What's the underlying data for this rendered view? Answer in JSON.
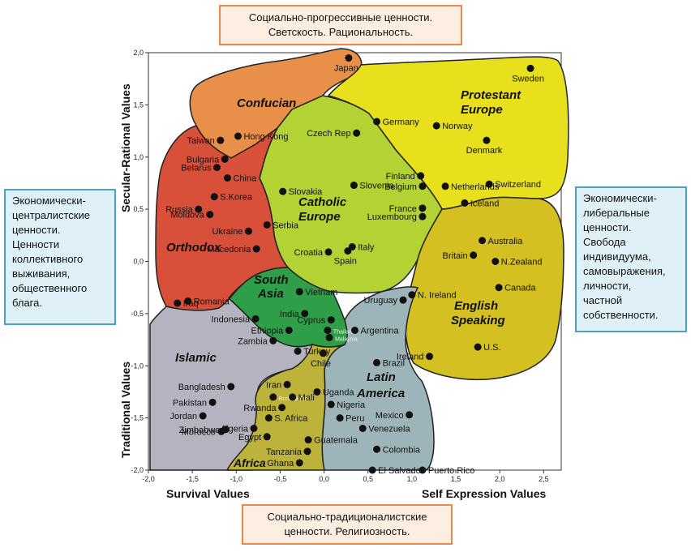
{
  "callouts": {
    "top": {
      "line1": "Социально-прогрессивные ценности.",
      "line2": "Светскость. Рациональность."
    },
    "bottom": {
      "line1": "Социально-традиционалистские",
      "line2": "ценности. Религиозность."
    },
    "left": [
      "Экономически-",
      "централистские",
      "ценности.",
      "Ценности",
      "коллективного",
      "выживания,",
      "общественного",
      "блага."
    ],
    "right": [
      "Экономически-",
      "либеральные",
      "ценности.",
      "Свобода",
      "индивидуума,",
      "самовыражения,",
      "личности,",
      "частной",
      "собственности."
    ]
  },
  "chart_data": {
    "type": "scatter",
    "xlabel_left": "Survival Values",
    "xlabel_right": "Self Expression Values",
    "ylabel_top": "Secular-Rational Values",
    "ylabel_bottom": "Traditional Values",
    "xlim": [
      -2.0,
      2.7
    ],
    "ylim": [
      -2.0,
      2.0
    ],
    "x_ticks": [
      "-2,0",
      "-1,5",
      "-1,0",
      "-0,5",
      "0,0",
      "0,5",
      "1,0",
      "1,5",
      "2,0",
      "2,5"
    ],
    "y_ticks": [
      "2,0",
      "1,5",
      "1,0",
      "0,5",
      "0,0",
      "-0,5",
      "-1,0",
      "-1,5",
      "-2,0"
    ],
    "x_tick_values": [
      -2.0,
      -1.5,
      -1.0,
      -0.5,
      0.0,
      0.5,
      1.0,
      1.5,
      2.0,
      2.5
    ],
    "y_tick_values": [
      2.0,
      1.5,
      1.0,
      0.5,
      0.0,
      -0.5,
      -1.0,
      -1.5,
      -2.0
    ],
    "regions": [
      {
        "name": "Confucian",
        "color": "#e8904a"
      },
      {
        "name": "Protestant Europe",
        "color": "#e8e01c"
      },
      {
        "name": "Catholic Europe",
        "color": "#b3d335"
      },
      {
        "name": "Orthodox",
        "color": "#d9503a"
      },
      {
        "name": "South Asia",
        "color": "#2f9e48"
      },
      {
        "name": "English Speaking",
        "color": "#d4c020"
      },
      {
        "name": "Islamic",
        "color": "#b5b3c0"
      },
      {
        "name": "Latin America",
        "color": "#9db5b8"
      },
      {
        "name": "Africa",
        "color": "#bdb23a"
      }
    ],
    "points": [
      {
        "name": "Japan",
        "x": 0.28,
        "y": 1.95
      },
      {
        "name": "Sweden",
        "x": 2.35,
        "y": 1.85
      },
      {
        "name": "Germany",
        "x": 0.6,
        "y": 1.34
      },
      {
        "name": "Norway",
        "x": 1.28,
        "y": 1.3
      },
      {
        "name": "Denmark",
        "x": 1.85,
        "y": 1.16
      },
      {
        "name": "Hong Kong",
        "x": -0.98,
        "y": 1.2
      },
      {
        "name": "Taiwan",
        "x": -1.18,
        "y": 1.16
      },
      {
        "name": "Czech Rep",
        "x": 0.37,
        "y": 1.23
      },
      {
        "name": "Bulgaria",
        "x": -1.13,
        "y": 0.98
      },
      {
        "name": "Belarus",
        "x": -1.22,
        "y": 0.9
      },
      {
        "name": "China",
        "x": -1.1,
        "y": 0.8
      },
      {
        "name": "Finland",
        "x": 1.1,
        "y": 0.82
      },
      {
        "name": "Netherlands",
        "x": 1.38,
        "y": 0.72
      },
      {
        "name": "Switzerland",
        "x": 1.88,
        "y": 0.74
      },
      {
        "name": "Slovenia",
        "x": 0.34,
        "y": 0.73
      },
      {
        "name": "Slovakia",
        "x": -0.47,
        "y": 0.67
      },
      {
        "name": "Belgium",
        "x": 1.12,
        "y": 0.72
      },
      {
        "name": "Iceland",
        "x": 1.6,
        "y": 0.56
      },
      {
        "name": "S.Korea",
        "x": -1.25,
        "y": 0.62
      },
      {
        "name": "Russia",
        "x": -1.43,
        "y": 0.5
      },
      {
        "name": "Moldova",
        "x": -1.3,
        "y": 0.45
      },
      {
        "name": "France",
        "x": 1.12,
        "y": 0.51
      },
      {
        "name": "Luxembourg",
        "x": 1.12,
        "y": 0.43
      },
      {
        "name": "Serbia",
        "x": -0.65,
        "y": 0.35
      },
      {
        "name": "Ukraine",
        "x": -0.86,
        "y": 0.29
      },
      {
        "name": "Italy",
        "x": 0.32,
        "y": 0.14
      },
      {
        "name": "Macedonia",
        "x": -0.77,
        "y": 0.12
      },
      {
        "name": "Croatia",
        "x": 0.05,
        "y": 0.09
      },
      {
        "name": "Spain",
        "x": 0.27,
        "y": 0.1
      },
      {
        "name": "Australia",
        "x": 1.8,
        "y": 0.2
      },
      {
        "name": "Britain",
        "x": 1.7,
        "y": 0.06
      },
      {
        "name": "N.Zealand",
        "x": 1.95,
        "y": 0.0
      },
      {
        "name": "Canada",
        "x": 1.99,
        "y": -0.25
      },
      {
        "name": "N. Ireland",
        "x": 1.0,
        "y": -0.32
      },
      {
        "name": "Vietnam",
        "x": -0.28,
        "y": -0.29
      },
      {
        "name": "Uruguay",
        "x": 0.9,
        "y": -0.37
      },
      {
        "name": "Romania",
        "x": -1.55,
        "y": -0.38
      },
      {
        "name": "Iraq",
        "x": -1.67,
        "y": -0.4
      },
      {
        "name": "India",
        "x": -0.22,
        "y": -0.5
      },
      {
        "name": "Cyprus",
        "x": 0.08,
        "y": -0.56
      },
      {
        "name": "Indonesia",
        "x": -0.78,
        "y": -0.55
      },
      {
        "name": "Ethiopia",
        "x": -0.4,
        "y": -0.66
      },
      {
        "name": "Thailand",
        "x": 0.04,
        "y": -0.66
      },
      {
        "name": "Argentina",
        "x": 0.35,
        "y": -0.66
      },
      {
        "name": "Malaysia",
        "x": 0.06,
        "y": -0.73
      },
      {
        "name": "Zambia",
        "x": -0.58,
        "y": -0.76
      },
      {
        "name": "Ireland",
        "x": 1.2,
        "y": -0.91
      },
      {
        "name": "U.S.",
        "x": 1.75,
        "y": -0.82
      },
      {
        "name": "Turkey",
        "x": -0.3,
        "y": -0.86
      },
      {
        "name": "Chile",
        "x": -0.01,
        "y": -0.88
      },
      {
        "name": "Brazil",
        "x": 0.6,
        "y": -0.97
      },
      {
        "name": "Bangladesh",
        "x": -1.06,
        "y": -1.2
      },
      {
        "name": "Iran",
        "x": -0.42,
        "y": -1.18
      },
      {
        "name": "Uganda",
        "x": -0.08,
        "y": -1.25
      },
      {
        "name": "Burkina Faso",
        "x": -0.58,
        "y": -1.3
      },
      {
        "name": "Mali",
        "x": -0.36,
        "y": -1.3
      },
      {
        "name": "Pakistan",
        "x": -1.27,
        "y": -1.35
      },
      {
        "name": "Rwanda",
        "x": -0.48,
        "y": -1.4
      },
      {
        "name": "Nigeria",
        "x": 0.08,
        "y": -1.37
      },
      {
        "name": "Peru",
        "x": 0.18,
        "y": -1.5
      },
      {
        "name": "Jordan",
        "x": -1.38,
        "y": -1.48
      },
      {
        "name": "Mexico",
        "x": 0.97,
        "y": -1.47
      },
      {
        "name": "S. Africa",
        "x": -0.63,
        "y": -1.5
      },
      {
        "name": "Venezuela",
        "x": 0.44,
        "y": -1.6
      },
      {
        "name": "Algeria",
        "x": -0.8,
        "y": -1.6
      },
      {
        "name": "Zimbabwe",
        "x": -1.12,
        "y": -1.61
      },
      {
        "name": "Morocco",
        "x": -1.17,
        "y": -1.63
      },
      {
        "name": "Egypt",
        "x": -0.65,
        "y": -1.68
      },
      {
        "name": "Guatemala",
        "x": -0.18,
        "y": -1.71
      },
      {
        "name": "Colombia",
        "x": 0.6,
        "y": -1.8
      },
      {
        "name": "Tanzania",
        "x": -0.19,
        "y": -1.82
      },
      {
        "name": "Ghana",
        "x": -0.28,
        "y": -1.93
      },
      {
        "name": "El Salvador",
        "x": 0.55,
        "y": -2.0
      },
      {
        "name": "Puerto Rico",
        "x": 1.12,
        "y": -2.0
      }
    ]
  }
}
